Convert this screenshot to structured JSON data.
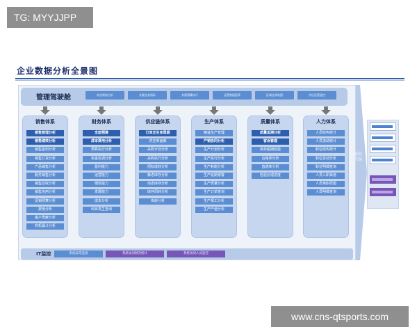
{
  "tag": "TG: MYYJJPP",
  "watermark": "www.cns-qtsports.com",
  "title": "企业数据分析全景图",
  "management": {
    "label": "管理驾驶舱",
    "items": [
      "综合绩效分析",
      "关键业务指标",
      "关键预算执行",
      "运营数据报表",
      "区域业绩地图",
      "供应运营监控"
    ]
  },
  "columns": [
    {
      "title": "销售体系",
      "items": [
        {
          "text": "销售管理分析",
          "dark": true
        },
        {
          "text": "销售绩效分析",
          "dark": true
        },
        {
          "text": "销售盈利分析",
          "dark": false
        },
        {
          "text": "销售订货分析",
          "dark": false
        },
        {
          "text": "产品销售分析",
          "dark": false
        },
        {
          "text": "服务销售分析",
          "dark": false
        },
        {
          "text": "销售应收分析",
          "dark": false
        },
        {
          "text": "销售信用分析",
          "dark": false
        },
        {
          "text": "促销预算分析",
          "dark": false
        },
        {
          "text": "费用分析",
          "dark": false
        },
        {
          "text": "客户贡献分析",
          "dark": false
        },
        {
          "text": "商机漏斗分析",
          "dark": false
        }
      ]
    },
    {
      "title": "财务体系",
      "items": [
        {
          "text": "全面预算",
          "dark": true
        },
        {
          "text": "成本费用分析",
          "dark": true
        },
        {
          "text": "预算执行分析",
          "dark": false
        },
        {
          "text": "资金协调分析",
          "dark": false
        },
        {
          "text": "盈利能力",
          "dark": false
        },
        {
          "text": "运营能力",
          "dark": false
        },
        {
          "text": "偿债能力",
          "dark": false
        },
        {
          "text": "发展能力",
          "dark": false
        },
        {
          "text": "成本分析",
          "dark": false
        },
        {
          "text": "科目发生查询",
          "dark": false
        }
      ]
    },
    {
      "title": "供应链体系",
      "items": [
        {
          "text": "订单全生命周期",
          "dark": true
        },
        {
          "text": "供应商画像",
          "dark": false
        },
        {
          "text": "采购计划分析",
          "dark": false
        },
        {
          "text": "采购执行分析",
          "dark": false
        },
        {
          "text": "招标成效分析",
          "dark": false
        },
        {
          "text": "静态库存分析",
          "dark": false
        },
        {
          "text": "动态库存分析",
          "dark": false
        },
        {
          "text": "库存周转分析",
          "dark": false
        },
        {
          "text": "库龄分析",
          "dark": false
        }
      ]
    },
    {
      "title": "生产体系",
      "items": [
        {
          "text": "精益生产管理",
          "dark": false
        },
        {
          "text": "产销协同分析",
          "dark": true
        },
        {
          "text": "生产计划分析",
          "dark": false
        },
        {
          "text": "生产执行分析",
          "dark": false
        },
        {
          "text": "生产耗能分析",
          "dark": false
        },
        {
          "text": "生产延期报警",
          "dark": false
        },
        {
          "text": "生产质量分析",
          "dark": false
        },
        {
          "text": "生产订单查询",
          "dark": false
        },
        {
          "text": "生产报工分析",
          "dark": false
        },
        {
          "text": "生产产值分析",
          "dark": false
        }
      ]
    },
    {
      "title": "质量体系",
      "items": [
        {
          "text": "质量追溯分析",
          "dark": true
        },
        {
          "text": "客诉管理",
          "dark": true
        },
        {
          "text": "库存超期检验",
          "dark": false
        },
        {
          "text": "合格率分析",
          "dark": false
        },
        {
          "text": "直通率分析",
          "dark": false
        },
        {
          "text": "检验处理进度",
          "dark": false
        }
      ]
    },
    {
      "title": "人力体系",
      "items": [
        {
          "text": "人员结构统计",
          "dark": false
        },
        {
          "text": "人员流动统计",
          "dark": false
        },
        {
          "text": "职位结构统计",
          "dark": false
        },
        {
          "text": "职位变动分析",
          "dark": false
        },
        {
          "text": "职位明细查询",
          "dark": false
        },
        {
          "text": "人员入职渠道",
          "dark": false
        },
        {
          "text": "人员离职原因",
          "dark": false
        },
        {
          "text": "人员明细查询",
          "dark": false
        }
      ]
    }
  ],
  "it": {
    "label": "IT监控",
    "items": [
      "系统异常监视",
      "系统访问频次统计",
      "系统访问人员监控"
    ]
  },
  "side_text": "展现终端",
  "colors": {
    "title": "#1c2e6e",
    "cell": "#5a8dd2",
    "cell_dark": "#2e5fae",
    "column_bg": "#c6d6ee",
    "purple": "#7756b8"
  }
}
